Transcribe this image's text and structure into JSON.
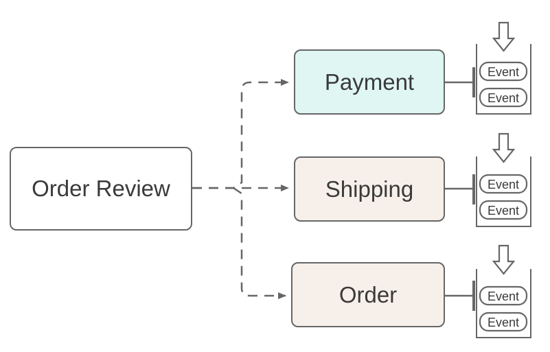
{
  "diagram": {
    "source": {
      "label": "Order Review"
    },
    "targets": [
      {
        "label": "Payment",
        "fill": "#dff6f3"
      },
      {
        "label": "Shipping",
        "fill": "#f7f0ea"
      },
      {
        "label": "Order",
        "fill": "#f7f0ea"
      }
    ],
    "queue_item_label": "Event"
  },
  "colors": {
    "stroke": "#666666",
    "text": "#3a3a3a",
    "background": "#ffffff"
  }
}
